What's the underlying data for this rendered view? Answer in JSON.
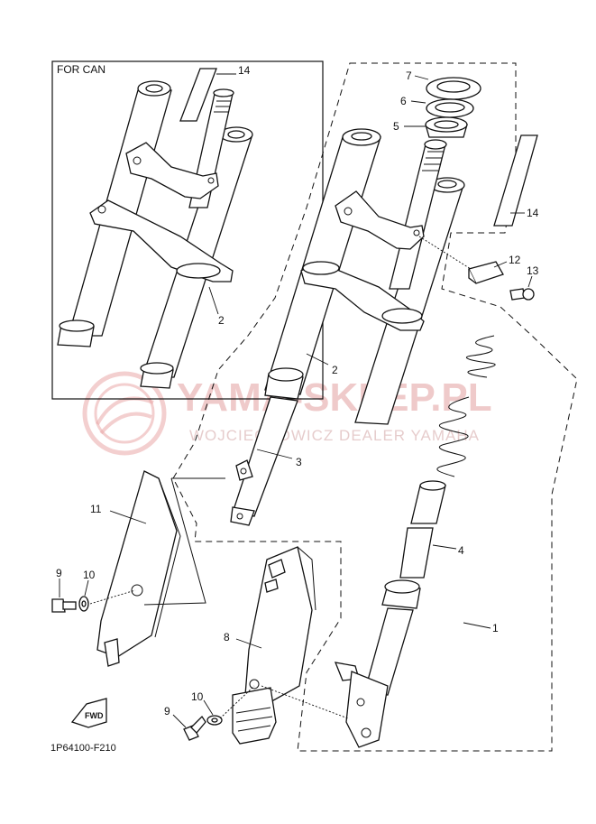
{
  "inset": {
    "title": "FOR CAN"
  },
  "watermark": {
    "main": "YAMA-SKLEP.PL",
    "sub": "WOJCIECHOWICZ DEALER YAMAHA"
  },
  "fwd_badge": "FWD",
  "drawing_code": "1P64100-F210",
  "callouts": {
    "c1": "1",
    "c2": "2",
    "c2_inset": "2",
    "c3": "3",
    "c4": "4",
    "c5": "5",
    "c6": "6",
    "c7": "7",
    "c8": "8",
    "c9": "9",
    "c9b": "9",
    "c10": "10",
    "c10b": "10",
    "c11": "11",
    "c12": "12",
    "c13": "13",
    "c14": "14",
    "c14_inset": "14"
  },
  "colors": {
    "line": "#111111",
    "watermark": "#e2a0a0"
  }
}
